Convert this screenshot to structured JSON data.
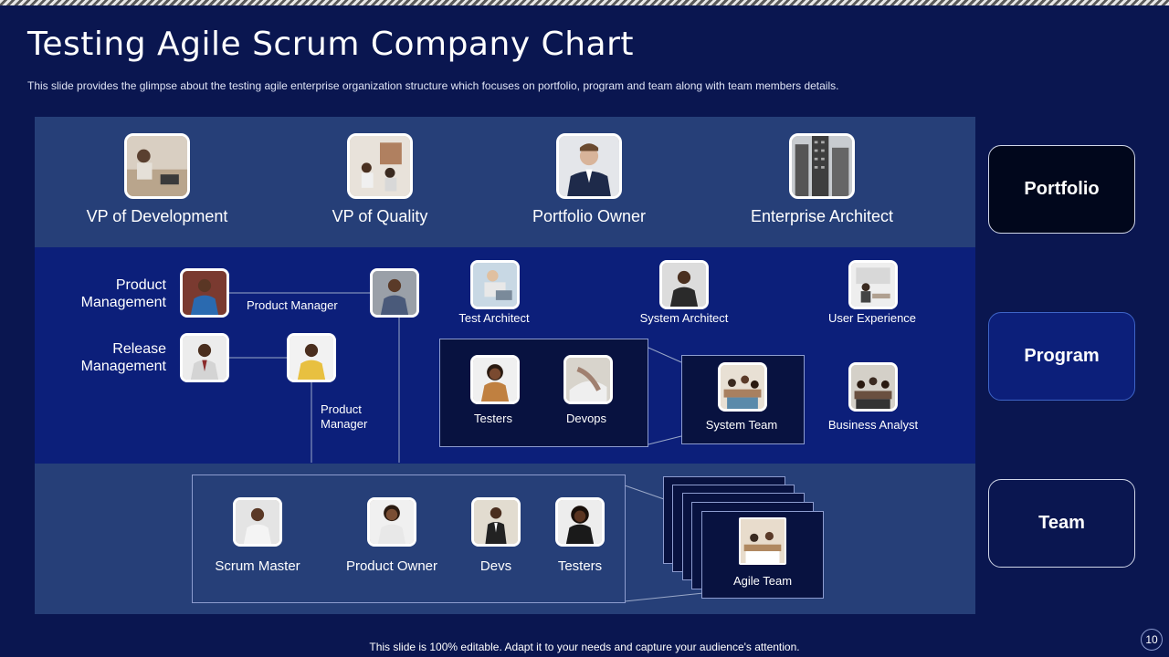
{
  "title": "Testing Agile Scrum Company Chart",
  "subtitle": "This slide provides  the glimpse about the testing agile enterprise  organization  structure which focuses on portfolio,  program and team along with team members details.",
  "portfolio": {
    "roles": [
      "VP of Development",
      "VP of Quality",
      "Portfolio Owner",
      "Enterprise Architect"
    ]
  },
  "program": {
    "product_management": "Product Management",
    "release_management": "Release Management",
    "product_manager_1": "Product Manager",
    "product_manager_2": "Product Manager",
    "test_architect": "Test Architect",
    "system_architect": "System Architect",
    "user_experience": "User Experience",
    "testers": "Testers",
    "devops": "Devops",
    "system_team": "System Team",
    "business_analyst": "Business Analyst"
  },
  "team": {
    "members": [
      "Scrum Master",
      "Product Owner",
      "Devs",
      "Testers"
    ],
    "agile_team": "Agile Team"
  },
  "tags": {
    "portfolio": "Portfolio",
    "program": "Program",
    "team": "Team"
  },
  "footer": "This slide is 100% editable. Adapt it to your needs and capture your audience's attention.",
  "page_number": "10",
  "icons": {
    "photos": [
      "person-photo-icon",
      "meeting-photo-icon",
      "building-photo-icon"
    ]
  },
  "colors": {
    "background": "#0a1650",
    "band_light": "#263f78",
    "band_dark": "#0c1f7a",
    "tag_dark": "#01071c"
  }
}
